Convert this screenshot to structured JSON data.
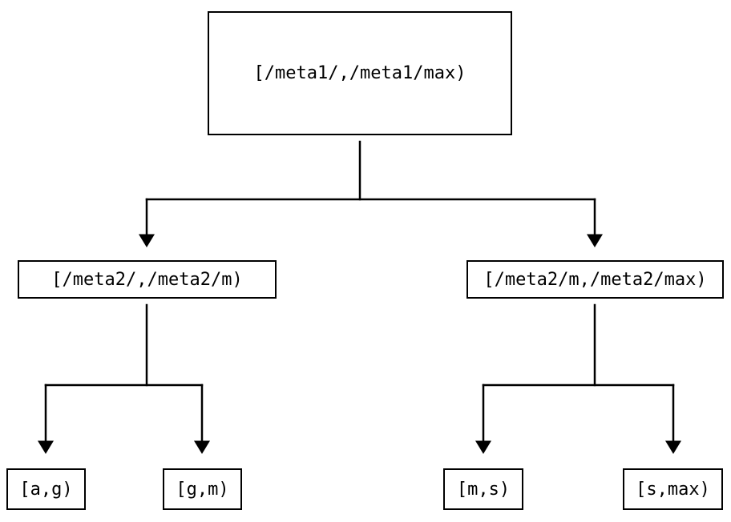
{
  "diagram": {
    "type": "binary-tree",
    "colors": {
      "background": "#ffffff",
      "line": "#000000",
      "text": "#000000",
      "node_fill": "#ffffff"
    },
    "tree": {
      "root": {
        "label": "[/meta1/,/meta1/max)",
        "children": [
          {
            "label": "[/meta2/,/meta2/m)",
            "children": [
              {
                "label": "[a,g)"
              },
              {
                "label": "[g,m)"
              }
            ]
          },
          {
            "label": "[/meta2/m,/meta2/max)",
            "children": [
              {
                "label": "[m,s)"
              },
              {
                "label": "[s,max)"
              }
            ]
          }
        ]
      }
    }
  }
}
